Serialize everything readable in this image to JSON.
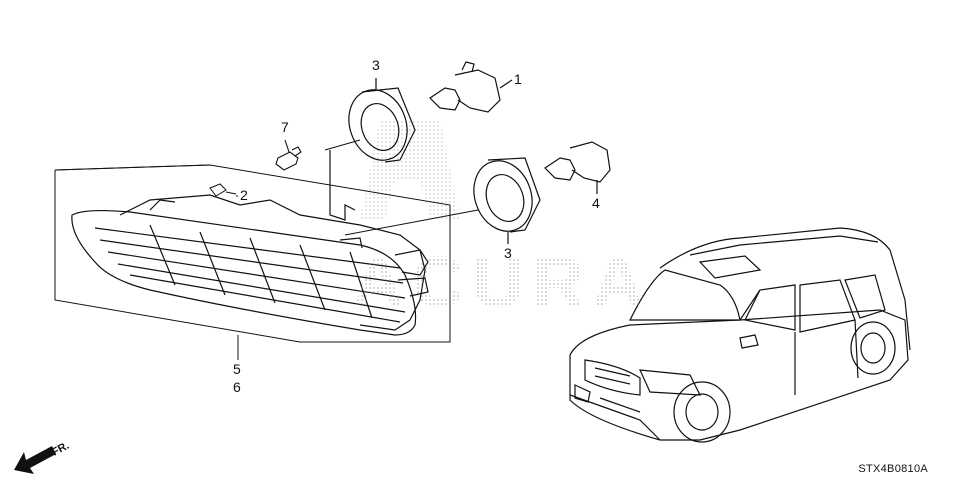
{
  "callouts": {
    "c1": "1",
    "c2": "2",
    "c3_top": "3",
    "c3_bottom": "3",
    "c4": "4",
    "c5": "5",
    "c6": "6",
    "c7": "7"
  },
  "watermark_text": "ACURA",
  "front_label": "FR.",
  "diagram_code": "STX4B0810A",
  "colors": {
    "line": "#111111",
    "watermark_dots": "#888888"
  }
}
